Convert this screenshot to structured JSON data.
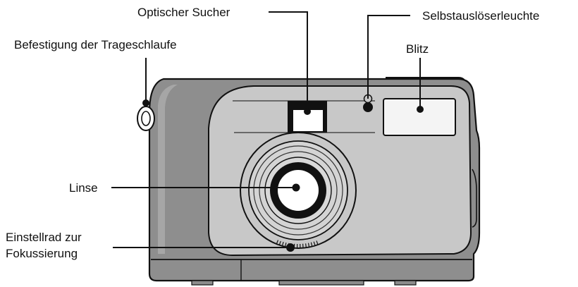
{
  "labels": {
    "viewfinder": "Optischer Sucher",
    "self_timer_lamp": "Selbstauslöserleuchte",
    "strap_mount": "Befestigung der Trageschlaufe",
    "flash": "Blitz",
    "lens": "Linse",
    "focus_ring_line1": "Einstellrad zur",
    "focus_ring_line2": "Fokussierung"
  },
  "colors": {
    "body_light": "#c8c8c8",
    "body_dark": "#8c8c8c",
    "outline": "#111111",
    "flash_window": "#f4f4f4",
    "lens_black": "#111111"
  }
}
